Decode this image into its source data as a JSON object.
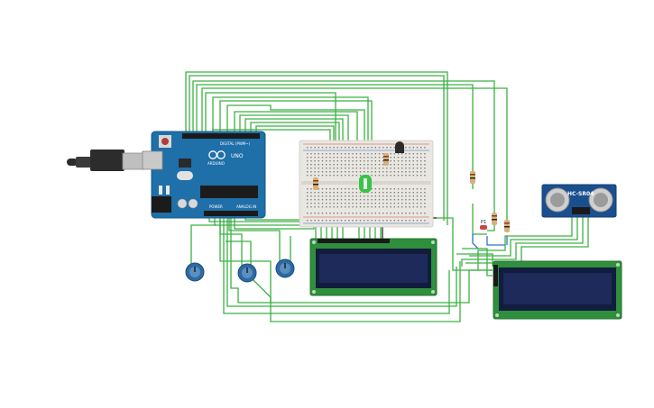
{
  "colors": {
    "wire": "#3cb043",
    "wire_dark": "#2c2c2c",
    "wire_blue": "#2f6fd1",
    "arduino_board": "#1f6fa8",
    "breadboard": "#e9e7e2",
    "lcd_board": "#2f8f3c",
    "lcd_screen": "#1e2a5a",
    "sensor_board": "#1a4f8f",
    "knob_blue": "#2d6aa3"
  },
  "arduino": {
    "brand": "ARDUINO",
    "model": "UNO",
    "pin_labels": {
      "digital": "DIGITAL (PWM~)",
      "power": "POWER",
      "analog": "ANALOG IN"
    }
  },
  "sensor": {
    "model": "HC-SR04"
  },
  "photoresistor": {
    "label": "P1"
  },
  "components": {
    "potentiometers": [
      "potentiometer-1",
      "potentiometer-2",
      "potentiometer-3"
    ],
    "lcds": [
      "lcd-1",
      "lcd-2"
    ],
    "resistors": [
      "resistor-1",
      "resistor-2",
      "resistor-3",
      "resistor-4",
      "resistor-5"
    ]
  }
}
